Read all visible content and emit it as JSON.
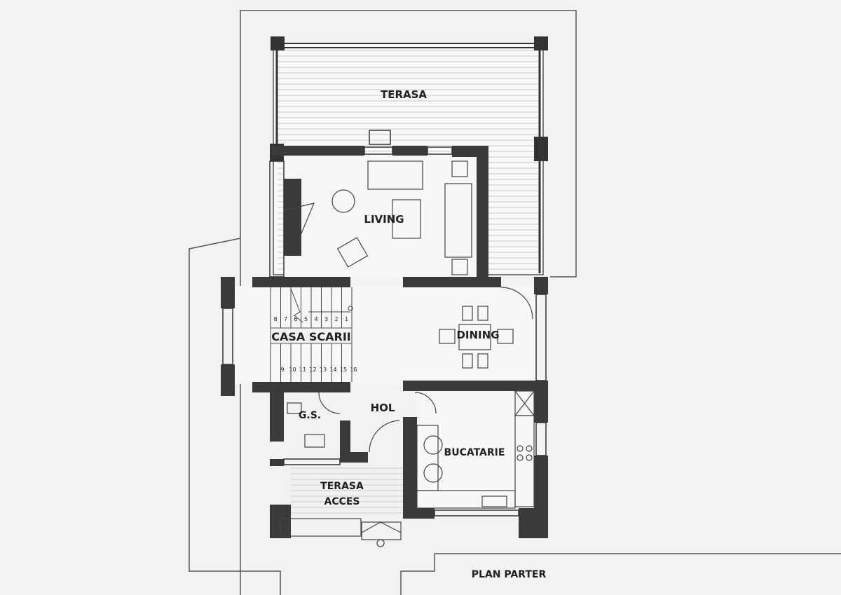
{
  "title": "PLAN PARTER",
  "rooms": {
    "terasa": "TERASA",
    "living": "LIVING",
    "casa_scarii": "CASA SCARII",
    "dining": "DINING",
    "hol": "HOL",
    "gs": "G.S.",
    "bucatarie": "BUCATARIE",
    "terasa_acces_1": "TERASA",
    "terasa_acces_2": "ACCES"
  },
  "stairs": {
    "upper": [
      "8",
      "7",
      "6",
      "5",
      "4",
      "3",
      "2",
      "1"
    ],
    "lower": [
      "9",
      "10",
      "11",
      "12",
      "13",
      "14",
      "15",
      "16"
    ]
  },
  "colors": {
    "wall": "#3a3a3a",
    "line": "#444444",
    "background": "#f2f2f1"
  }
}
